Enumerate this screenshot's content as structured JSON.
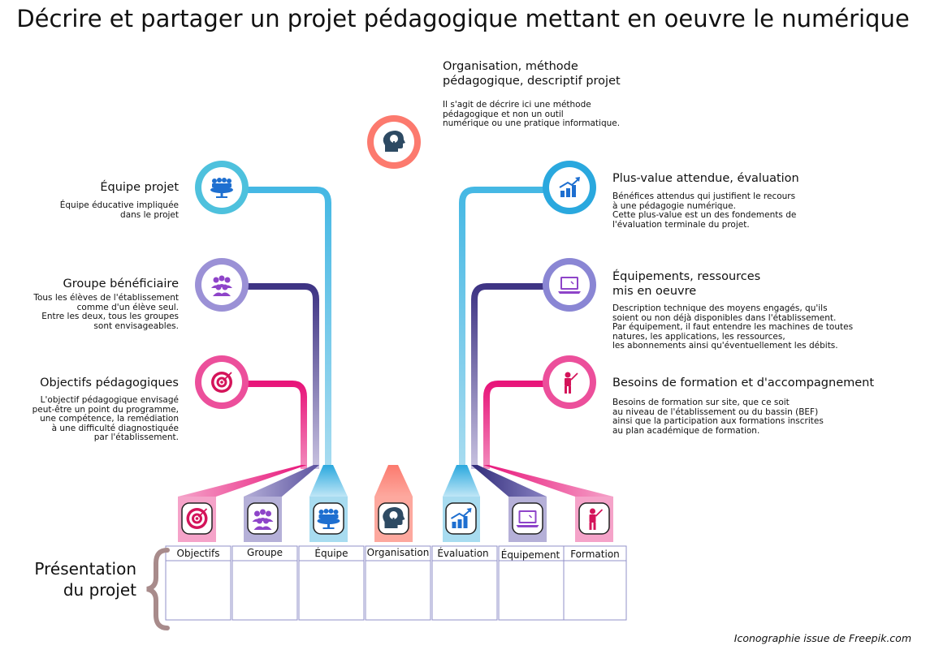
{
  "title": "Décrire et partager un projet pédagogique mettant en oeuvre le numérique",
  "nodes": {
    "organisation": {
      "title": "Organisation, méthode\npédagogique, descriptif projet",
      "desc": "Il s'agit de décrire ici une méthode\npédagogique et non un outil\nnumérique ou une pratique informatique.",
      "color": "#fc7a6e"
    },
    "equipe": {
      "title": "Équipe projet",
      "desc": "Équipe éducative impliquée\ndans le projet",
      "color": "#4ec1dd"
    },
    "groupe": {
      "title": "Groupe bénéficiaire",
      "desc": "Tous les élèves de l'établissement\ncomme d'un élève seul.\nEntre les deux, tous les groupes\nsont envisageables.",
      "color": "#9b91d6"
    },
    "objectifs": {
      "title": "Objectifs pédagogiques",
      "desc": "L'objectif pédagogique envisagé\npeut-être un point du programme,\nune compétence, la remédiation\nà une difficulté diagnostiquée\npar l'établissement.",
      "color": "#ec4f9b"
    },
    "evaluation": {
      "title": "Plus-value attendue, évaluation",
      "desc": "Bénéfices attendus qui justifient le recours\nà une pédagogie numérique.\nCette plus-value est un des fondements de\nl'évaluation terminale du projet.",
      "color": "#2aa8de"
    },
    "equipement": {
      "title": "Équipements, ressources\nmis en oeuvre",
      "desc": "Description technique des moyens engagés, qu'ils\nsoient ou non déjà disponibles dans l'établissement.\nPar équipement, il faut entendre les machines de toutes\nnatures,  les applications, les ressources,\nles abonnements ainsi qu'éventuellement les débits.",
      "color": "#8a86d4"
    },
    "formation": {
      "title": "Besoins de formation et d'accompagnement",
      "desc": "Besoins de formation sur site, que ce soit\nau niveau de l'établissement ou du bassin (BEF)\nainsi que la participation aux formations inscrites\nau plan académique de formation.",
      "color": "#ec4f9b"
    }
  },
  "columns": [
    "Objectifs",
    "Groupe",
    "Équipe",
    "Organisation",
    "Évaluation",
    "Équipement",
    "Formation"
  ],
  "presentation": "Présentation\ndu projet",
  "credit": "Iconographie issue de Freepik.com",
  "icons": {
    "organisation": "head-idea-icon",
    "equipe": "meeting-table-icon",
    "groupe": "group-people-icon",
    "objectifs": "target-icon",
    "evaluation": "growth-chart-icon",
    "equipement": "laptop-icon",
    "formation": "teacher-board-icon"
  }
}
